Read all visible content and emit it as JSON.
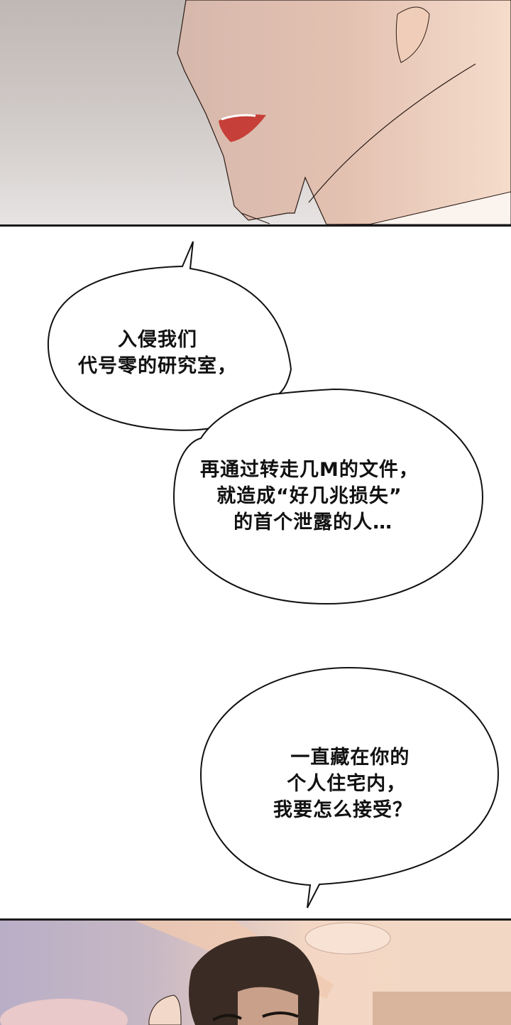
{
  "page": {
    "type": "comic-strip",
    "background_color": "#ffffff",
    "border_color": "#1a1a1a"
  },
  "panels": [
    {
      "id": "panel-top",
      "description": "close-up of a man's lower face, lips slightly parted, neck and collar",
      "colors": {
        "background": "#c9c3c1",
        "skin": "#e8c7b8",
        "lips": "#c8413a",
        "hair": "#6e4a32"
      }
    },
    {
      "id": "panel-bottom",
      "description": "man with dark hair frowning, hand raised to head, room with ceiling lamp",
      "colors": {
        "sky": "#b8aec6",
        "wall": "#f2d8c4",
        "hair": "#3a2c24"
      }
    }
  ],
  "bubbles": [
    {
      "id": "bubble-1",
      "lines": [
        "入侵我们",
        "代号零的研究室，"
      ],
      "text": "入侵我们\n代号零的研究室，"
    },
    {
      "id": "bubble-2",
      "lines": [
        "再通过转走几M的文件，",
        "就造成“好几兆损失”",
        "的首个泄露的人…"
      ],
      "text": "再通过转走几M的文件，\n就造成“好几兆损失”\n 的首个泄露的人…"
    },
    {
      "id": "bubble-3",
      "lines": [
        "一直藏在你的",
        "个人住宅内，",
        "我要怎么接受？"
      ],
      "text": "  一直藏在你的\n 个人住宅内，\n我要怎么接受？"
    }
  ]
}
